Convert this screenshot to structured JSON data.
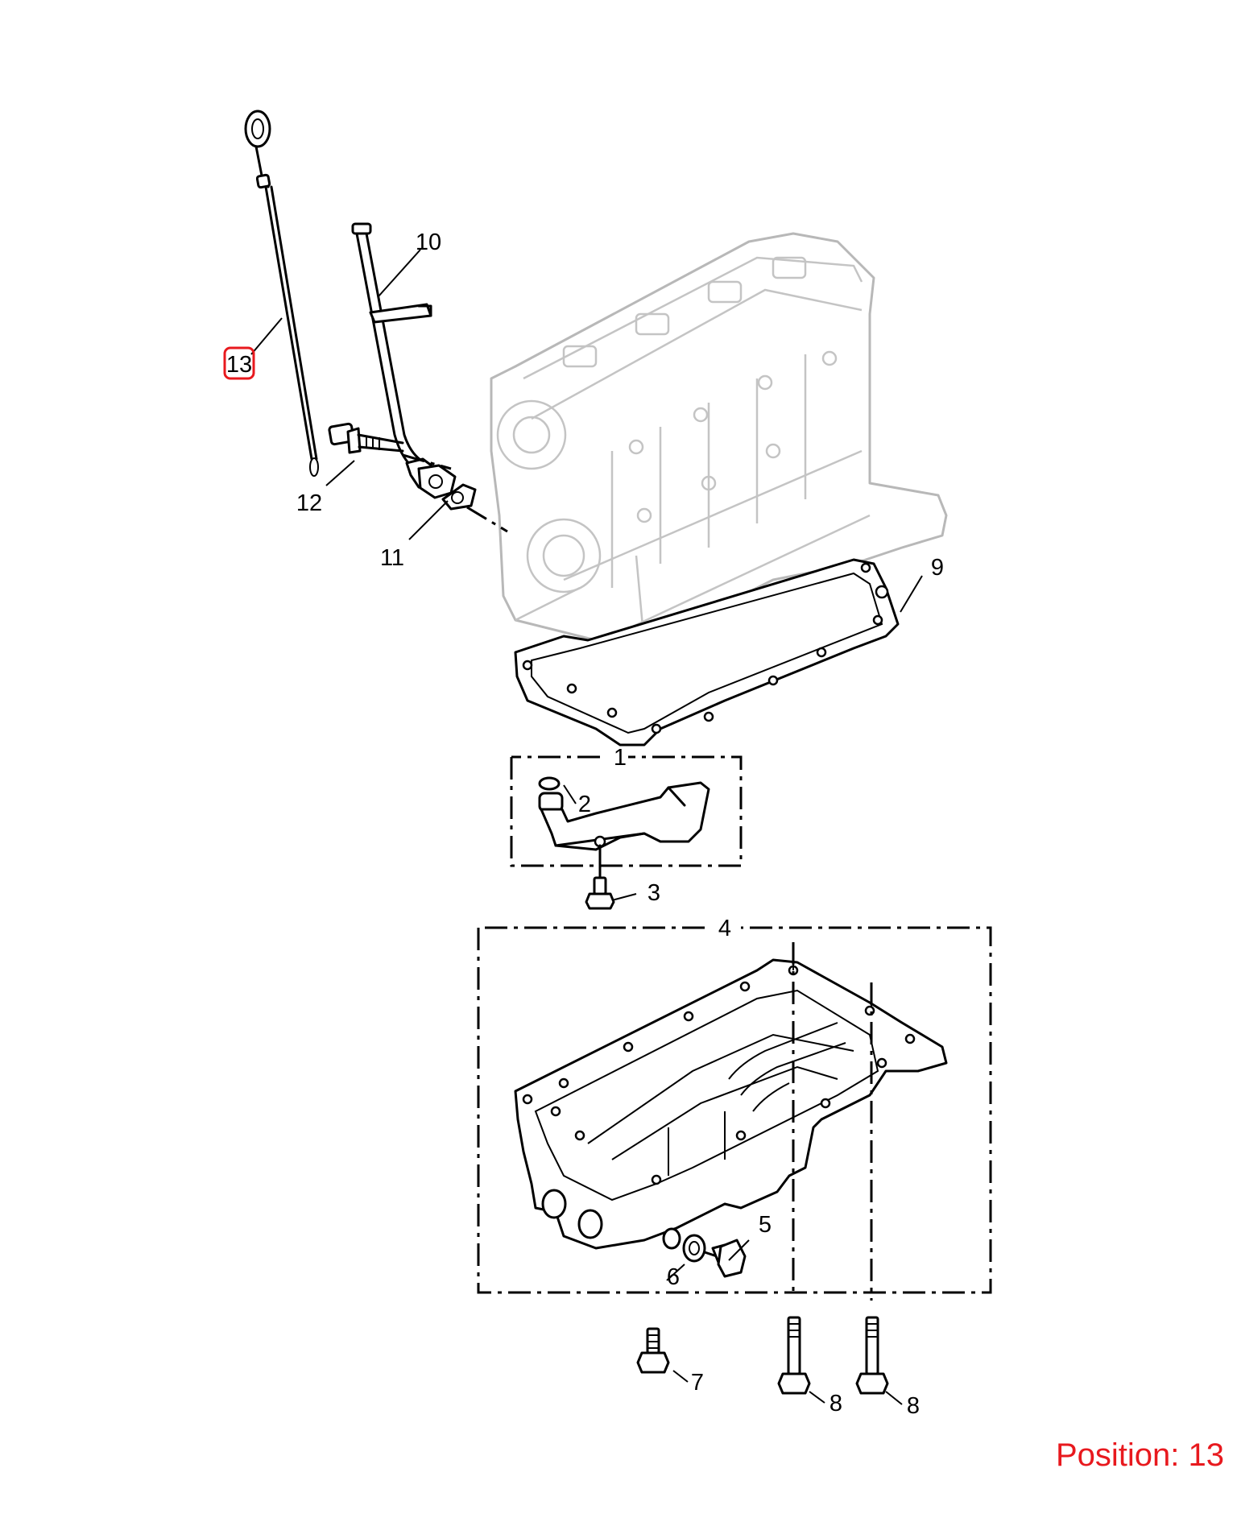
{
  "diagram": {
    "callouts": [
      {
        "id": "c1",
        "text": "1"
      },
      {
        "id": "c2",
        "text": "2"
      },
      {
        "id": "c3",
        "text": "3"
      },
      {
        "id": "c4",
        "text": "4"
      },
      {
        "id": "c5",
        "text": "5"
      },
      {
        "id": "c6",
        "text": "6"
      },
      {
        "id": "c7",
        "text": "7"
      },
      {
        "id": "c8a",
        "text": "8"
      },
      {
        "id": "c8b",
        "text": "8"
      },
      {
        "id": "c9",
        "text": "9"
      },
      {
        "id": "c10",
        "text": "10"
      },
      {
        "id": "c11",
        "text": "11"
      },
      {
        "id": "c12",
        "text": "12"
      },
      {
        "id": "c13",
        "text": "13"
      }
    ],
    "highlighted_callout": "13",
    "highlight_color": "#e8191e",
    "position_label": "Position: 13"
  }
}
